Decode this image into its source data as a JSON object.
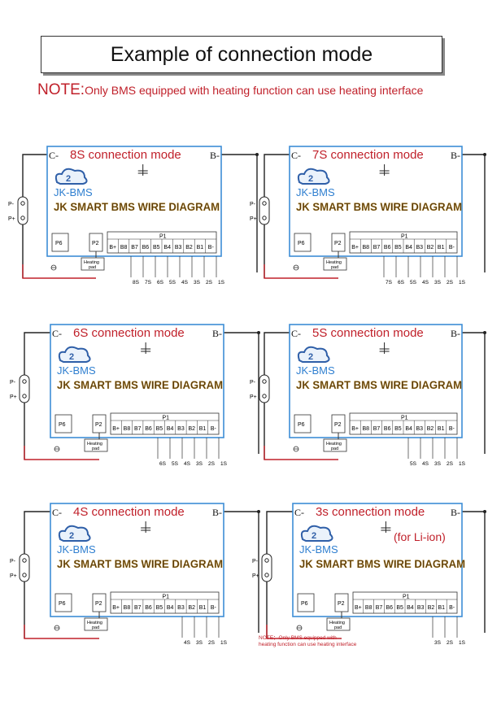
{
  "title": "Example of connection mode",
  "note": {
    "prefix": "NOTE:",
    "text": "Only BMS equipped with heating function can use heating interface"
  },
  "colors": {
    "board_border": "#3d8ed6",
    "mode_title": "#c0202a",
    "brand_blue": "#2f7fd0",
    "wire_dark": "#222222",
    "wire_red": "#c0202a"
  },
  "panel_common": {
    "brand": "JK-BMS",
    "diagram_title": "JK SMART BMS WIRE DIAGRAM",
    "c_minus": "C-",
    "b_minus": "B-",
    "p_minus": "P-",
    "p_plus": "P+",
    "port_p6": "P6",
    "port_p2": "P2",
    "port_p1": "P1",
    "heating_pad": [
      "Heating",
      "pad"
    ],
    "pins": [
      "B+",
      "B8",
      "B7",
      "B6",
      "B5",
      "B4",
      "B3",
      "B2",
      "B1",
      "B-"
    ]
  },
  "panels": [
    {
      "mode_label": "8S connection mode",
      "cells": [
        "8S",
        "7S",
        "6S",
        "5S",
        "4S",
        "3S",
        "2S",
        "1S"
      ],
      "extra": ""
    },
    {
      "mode_label": "7S connection mode",
      "cells": [
        "7S",
        "6S",
        "5S",
        "4S",
        "3S",
        "2S",
        "1S"
      ],
      "extra": ""
    },
    {
      "mode_label": "6S connection mode",
      "cells": [
        "6S",
        "5S",
        "4S",
        "3S",
        "2S",
        "1S"
      ],
      "extra": ""
    },
    {
      "mode_label": "5S connection mode",
      "cells": [
        "5S",
        "4S",
        "3S",
        "2S",
        "1S"
      ],
      "extra": ""
    },
    {
      "mode_label": "4S connection mode",
      "cells": [
        "4S",
        "3S",
        "2S",
        "1S"
      ],
      "extra": ""
    },
    {
      "mode_label": "3s connection mode",
      "cells": [
        "3S",
        "2S",
        "1S"
      ],
      "extra": "(for Li-ion)"
    }
  ],
  "bottom_note": [
    "NOTE：Only BMS equipped with",
    "heating function can use heating interface"
  ]
}
